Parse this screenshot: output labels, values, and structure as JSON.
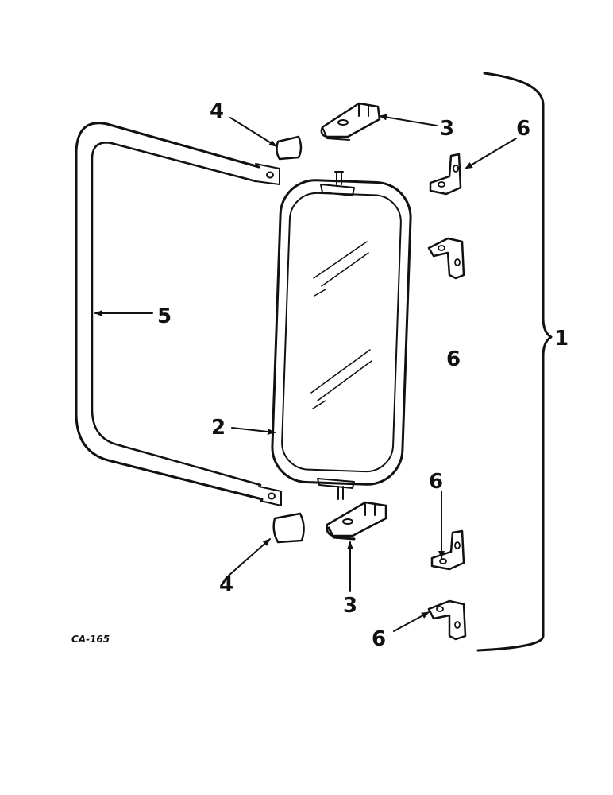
{
  "diagram": {
    "drawing_code": "CA-165",
    "callouts": {
      "assembly": "1",
      "mirror_head": "2",
      "clamp_top": "3",
      "clamp_bottom": "3",
      "cap_top": "4",
      "cap_bottom": "4",
      "arm": "5",
      "bracket_a": "6",
      "bracket_b": "6",
      "bracket_c": "6",
      "bracket_d": "6"
    }
  }
}
